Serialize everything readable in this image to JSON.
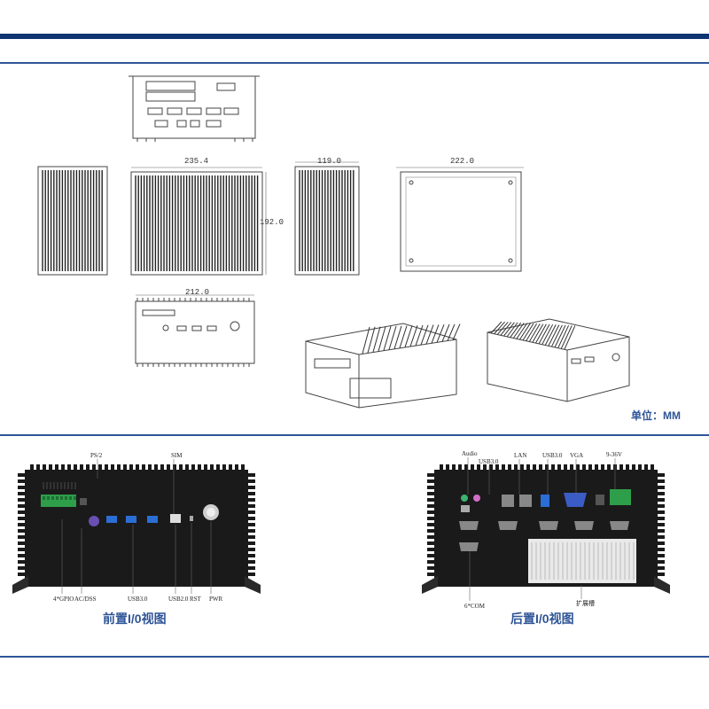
{
  "drawing": {
    "dims": {
      "depth": "235.4",
      "width_side": "119.0",
      "bottom_width": "222.0",
      "height": "192.0",
      "front_width": "212.0"
    },
    "unit_label": "单位：MM"
  },
  "photos": {
    "front": {
      "caption": "前置I/0视图",
      "labels": {
        "ps2": "PS/2",
        "sim": "SIM",
        "gpio": "4*GPIO",
        "acdss": "AC/DSS",
        "usb30": "USB3.0",
        "usb20": "USB2.0",
        "rst": "RST",
        "pwr": "PWR"
      }
    },
    "rear": {
      "caption": "后置I/0视图",
      "labels": {
        "audio": "Audio",
        "usb30_a": "USB3.0",
        "lan": "LAN",
        "usb30_b": "USB3.0",
        "vga": "VGA",
        "power": "9-36V",
        "com": "6*COM",
        "expansion": "扩展槽"
      }
    }
  },
  "colors": {
    "accent": "#2f5597",
    "accent_dark": "#0d3572",
    "device": "#1a1a1a",
    "terminal": "#2e9e4a"
  }
}
